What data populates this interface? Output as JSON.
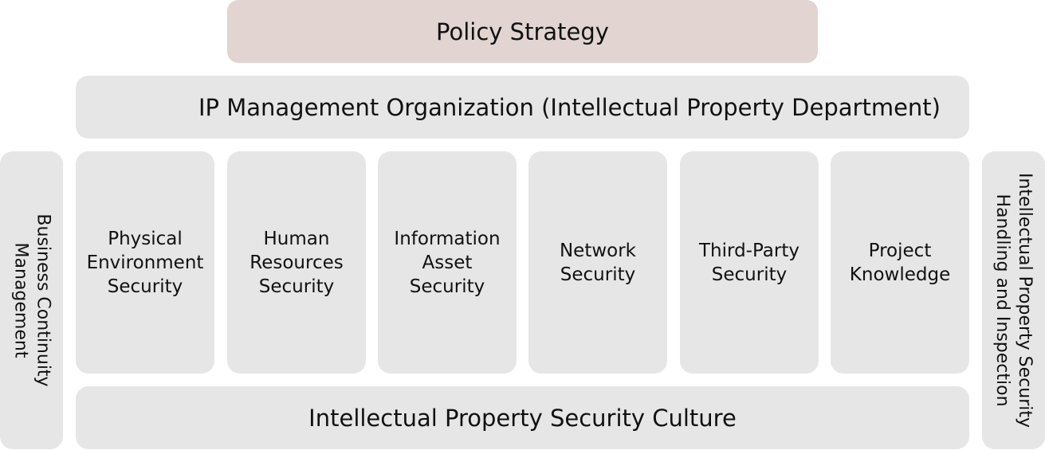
{
  "diagram": {
    "top": {
      "label": "Policy Strategy"
    },
    "organization": {
      "label": "IP Management Organization (Intellectual Property Department)"
    },
    "left_side": {
      "label": "Business Continuity\nManagement"
    },
    "right_side": {
      "label": "Intellectual Property Security\nHandling and Inspection"
    },
    "pillars": [
      {
        "label": "Physical\nEnvironment\nSecurity"
      },
      {
        "label": "Human\nResources\nSecurity"
      },
      {
        "label": "Information\nAsset\nSecurity"
      },
      {
        "label": "Network\nSecurity"
      },
      {
        "label": "Third-Party\nSecurity"
      },
      {
        "label": "Project\nKnowledge"
      }
    ],
    "foundation": {
      "label": "Intellectual Property Security Culture"
    }
  },
  "colors": {
    "top_fill": "#e1d4d1",
    "box_fill": "#e6e6e6",
    "text": "#111111"
  }
}
